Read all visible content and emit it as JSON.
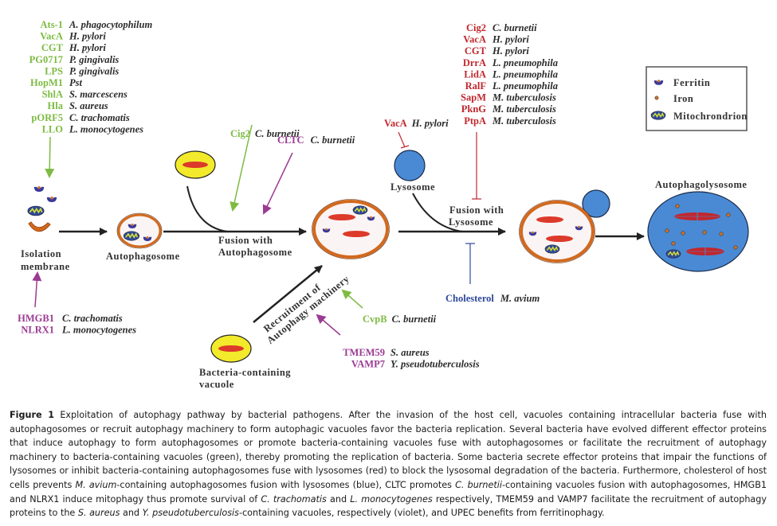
{
  "colors": {
    "green": "#7dbb42",
    "red": "#c1272d",
    "violet": "#9b3b93",
    "blue": "#2e4a9a",
    "membrane": "#d2691e",
    "lysosome": "#4a8ad4",
    "vacuole": "#f2ea2a",
    "bacterium": "#dc3a2a",
    "ferritin": "#3a3a9a",
    "iron": "#c8702a"
  },
  "induce_list": {
    "color": "green",
    "items": [
      {
        "protein": "Ats-1",
        "species": "A. phagocytophilum"
      },
      {
        "protein": "VacA",
        "species": "H. pylori"
      },
      {
        "protein": "CGT",
        "species": "H. pylori"
      },
      {
        "protein": "PG0717",
        "species": "P. gingivalis"
      },
      {
        "protein": "LPS",
        "species": "P. gingivalis"
      },
      {
        "protein": "HopM1",
        "species": "Pst"
      },
      {
        "protein": "ShlA",
        "species": "S. marcescens"
      },
      {
        "protein": "Hla",
        "species": "S. aureus"
      },
      {
        "protein": "pORF5",
        "species": "C. trachomatis"
      },
      {
        "protein": "LLO",
        "species": "L. monocytogenes"
      }
    ]
  },
  "mitophagy_list": {
    "items": [
      {
        "protein": "HMGB1",
        "species": "C. trachomatis"
      },
      {
        "protein": "NLRX1",
        "species": "L. monocytogenes"
      }
    ]
  },
  "fusion_promoters": {
    "cig2": {
      "protein": "Cig2",
      "species": "C. burnetii"
    },
    "cltc": {
      "protein": "CLTC",
      "species": "C. burnetii"
    }
  },
  "recruitment": {
    "cvpb": {
      "protein": "CvpB",
      "species": "C. burnetii"
    },
    "violet": [
      {
        "protein": "TMEM59",
        "species": "S. aureus"
      },
      {
        "protein": "VAMP7",
        "species": "Y. pseudotuberculosis"
      }
    ]
  },
  "lysosome_inhibitors": {
    "vaca": {
      "protein": "VacA",
      "species": "H. pylori"
    },
    "items": [
      {
        "protein": "Cig2",
        "species": "C. burnetii"
      },
      {
        "protein": "VacA",
        "species": "H. pylori"
      },
      {
        "protein": "CGT",
        "species": "H. pylori"
      },
      {
        "protein": "DrrA",
        "species": "L. pneumophila"
      },
      {
        "protein": "LidA",
        "species": "L. pneumophila"
      },
      {
        "protein": "RalF",
        "species": "L. pneumophila"
      },
      {
        "protein": "SapM",
        "species": "M. tuberculosis"
      },
      {
        "protein": "PknG",
        "species": "M. tuberculosis"
      },
      {
        "protein": "PtpA",
        "species": "M. tuberculosis"
      }
    ]
  },
  "cholesterol": {
    "protein": "Cholesterol",
    "species": "M. avium"
  },
  "structures": {
    "isolation_membrane": [
      "Isolation",
      "membrane"
    ],
    "autophagosome": "Autophagosome",
    "fusion_autophagosome": [
      "Fusion with",
      "Autophagosome"
    ],
    "recruitment": [
      "Recruitment of",
      "Autophagy machinery"
    ],
    "bcv": [
      "Bacteria-containing",
      "vacuole"
    ],
    "lysosome": "Lysosome",
    "fusion_lysosome": [
      "Fusion with",
      "Lysosome"
    ],
    "autophagolysosome": "Autophagolysosome"
  },
  "legend": {
    "items": [
      {
        "icon": "ferritin-icon",
        "label": "Ferritin"
      },
      {
        "icon": "iron-icon",
        "label": "Iron"
      },
      {
        "icon": "mitochondrion-icon",
        "label": "Mitochrondrion"
      }
    ]
  },
  "caption": {
    "figure_label": "Figure 1",
    "segments": [
      {
        "t": " Exploitation of autophagy pathway by bacterial pathogens. After the invasion of the host cell, vacuoles containing intracellular bacteria fuse with autophagosomes or recruit autophagy machinery to form autophagic vacuoles favor the bacteria replication. Several bacteria have evolved different effector proteins that induce autophagy to form autophagosomes or promote bacteria-containing vacuoles fuse with autophagosomes or facilitate the recruitment of autophagy machinery to bacteria-containing vacuoles (green), thereby promoting the replication of bacteria. Some bacteria secrete effector proteins that impair the functions of lysosomes or inhibit bacteria-containing autophagosomes fuse with lysosomes (red) to block the lysosomal degradation of the bacteria. Furthermore, cholesterol of host cells prevents ",
        "i": false
      },
      {
        "t": "M. avium",
        "i": true
      },
      {
        "t": "-containing autophagosomes fusion with lysosomes (blue), CLTC promotes ",
        "i": false
      },
      {
        "t": "C. burnetii",
        "i": true
      },
      {
        "t": "-containing vacuoles fusion with autophagosomes, HMGB1 and NLRX1 induce mitophagy thus promote survival of ",
        "i": false
      },
      {
        "t": "C. trachomatis",
        "i": true
      },
      {
        "t": " and ",
        "i": false
      },
      {
        "t": "L. monocytogenes",
        "i": true
      },
      {
        "t": " respectively, TMEM59 and VAMP7 facilitate the recruitment of autophagy proteins to the ",
        "i": false
      },
      {
        "t": "S. aureus",
        "i": true
      },
      {
        "t": " and ",
        "i": false
      },
      {
        "t": "Y. pseudotuberculosis",
        "i": true
      },
      {
        "t": "-containing vacuoles, respectively (violet), and UPEC benefits from ferritinophagy.",
        "i": false
      }
    ]
  }
}
